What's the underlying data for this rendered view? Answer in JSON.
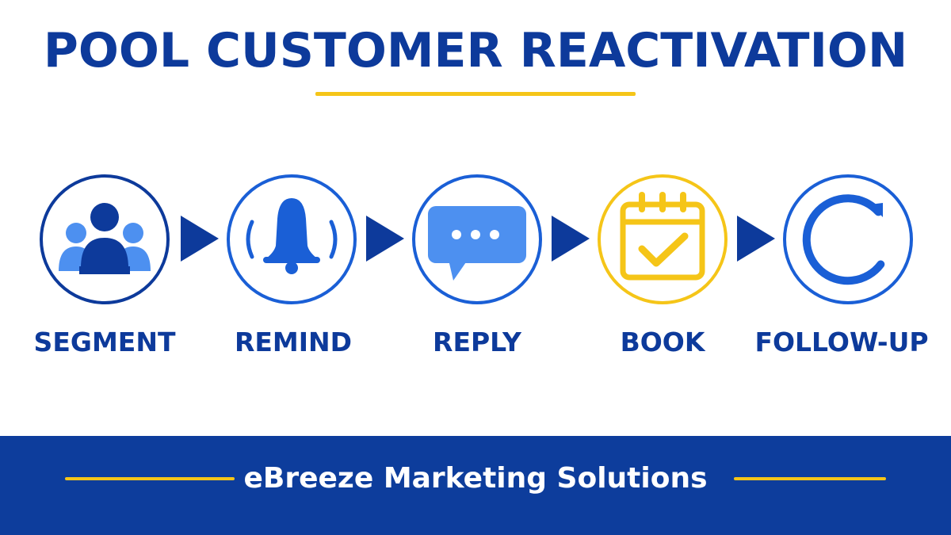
{
  "title": "POOL CUSTOMER REACTIVATION",
  "steps": [
    {
      "label": "SEGMENT",
      "icon": "people-group-icon"
    },
    {
      "label": "REMIND",
      "icon": "bell-icon"
    },
    {
      "label": "REPLY",
      "icon": "chat-bubble-icon"
    },
    {
      "label": "BOOK",
      "icon": "calendar-check-icon"
    },
    {
      "label": "FOLLOW-UP",
      "icon": "refresh-arc-icon"
    }
  ],
  "footer": {
    "text": "eBreeze Marketing Solutions"
  },
  "colors": {
    "navy": "#0d3a9b",
    "blue": "#1a5fd6",
    "light_blue": "#4d90f0",
    "yellow": "#f5c518",
    "footer_bg": "#0d3d9c"
  }
}
